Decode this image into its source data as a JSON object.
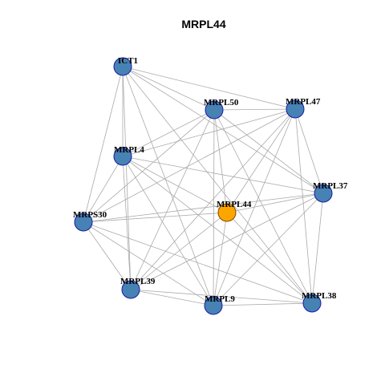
{
  "title": "MRPL44",
  "colors": {
    "background": "#ffffff",
    "edge": "#aaaaaa",
    "node_default_fill": "#4682b4",
    "node_default_stroke": "#1a1aa6",
    "node_focus_fill": "#ffa500",
    "node_focus_stroke": "#7a4a00"
  },
  "nodes": [
    {
      "id": "ICT1",
      "label": "ICT1",
      "focus": false
    },
    {
      "id": "MRPL50",
      "label": "MRPL50",
      "focus": false
    },
    {
      "id": "MRPL47",
      "label": "MRPL47",
      "focus": false
    },
    {
      "id": "MRPL4",
      "label": "MRPL4",
      "focus": false
    },
    {
      "id": "MRPL37",
      "label": "MRPL37",
      "focus": false
    },
    {
      "id": "MRPL44",
      "label": "MRPL44",
      "focus": true
    },
    {
      "id": "MRPS30",
      "label": "MRPS30",
      "focus": false
    },
    {
      "id": "MRPL39",
      "label": "MRPL39",
      "focus": false
    },
    {
      "id": "MRPL9",
      "label": "MRPL9",
      "focus": false
    },
    {
      "id": "MRPL38",
      "label": "MRPL38",
      "focus": false
    }
  ],
  "edges": [
    [
      "ICT1",
      "MRPL50"
    ],
    [
      "ICT1",
      "MRPL47"
    ],
    [
      "ICT1",
      "MRPL4"
    ],
    [
      "ICT1",
      "MRPL37"
    ],
    [
      "ICT1",
      "MRPS30"
    ],
    [
      "ICT1",
      "MRPL39"
    ],
    [
      "ICT1",
      "MRPL9"
    ],
    [
      "ICT1",
      "MRPL38"
    ],
    [
      "MRPL50",
      "MRPL47"
    ],
    [
      "MRPL50",
      "MRPL4"
    ],
    [
      "MRPL50",
      "MRPL37"
    ],
    [
      "MRPL50",
      "MRPS30"
    ],
    [
      "MRPL50",
      "MRPL39"
    ],
    [
      "MRPL50",
      "MRPL9"
    ],
    [
      "MRPL50",
      "MRPL38"
    ],
    [
      "MRPL50",
      "MRPL44"
    ],
    [
      "MRPL47",
      "MRPL4"
    ],
    [
      "MRPL47",
      "MRPL37"
    ],
    [
      "MRPL47",
      "MRPS30"
    ],
    [
      "MRPL47",
      "MRPL39"
    ],
    [
      "MRPL47",
      "MRPL9"
    ],
    [
      "MRPL47",
      "MRPL38"
    ],
    [
      "MRPL47",
      "MRPL44"
    ],
    [
      "MRPL4",
      "MRPL37"
    ],
    [
      "MRPL4",
      "MRPS30"
    ],
    [
      "MRPL4",
      "MRPL39"
    ],
    [
      "MRPL4",
      "MRPL9"
    ],
    [
      "MRPL4",
      "MRPL38"
    ],
    [
      "MRPL4",
      "MRPL44"
    ],
    [
      "MRPL37",
      "MRPS30"
    ],
    [
      "MRPL37",
      "MRPL39"
    ],
    [
      "MRPL37",
      "MRPL9"
    ],
    [
      "MRPL37",
      "MRPL38"
    ],
    [
      "MRPL37",
      "MRPL44"
    ],
    [
      "MRPS30",
      "MRPL39"
    ],
    [
      "MRPS30",
      "MRPL9"
    ],
    [
      "MRPS30",
      "MRPL38"
    ],
    [
      "MRPS30",
      "MRPL44"
    ],
    [
      "MRPL39",
      "MRPL9"
    ],
    [
      "MRPL39",
      "MRPL38"
    ],
    [
      "MRPL39",
      "MRPL44"
    ],
    [
      "MRPL9",
      "MRPL38"
    ],
    [
      "MRPL9",
      "MRPL44"
    ],
    [
      "MRPL38",
      "MRPL44"
    ]
  ]
}
